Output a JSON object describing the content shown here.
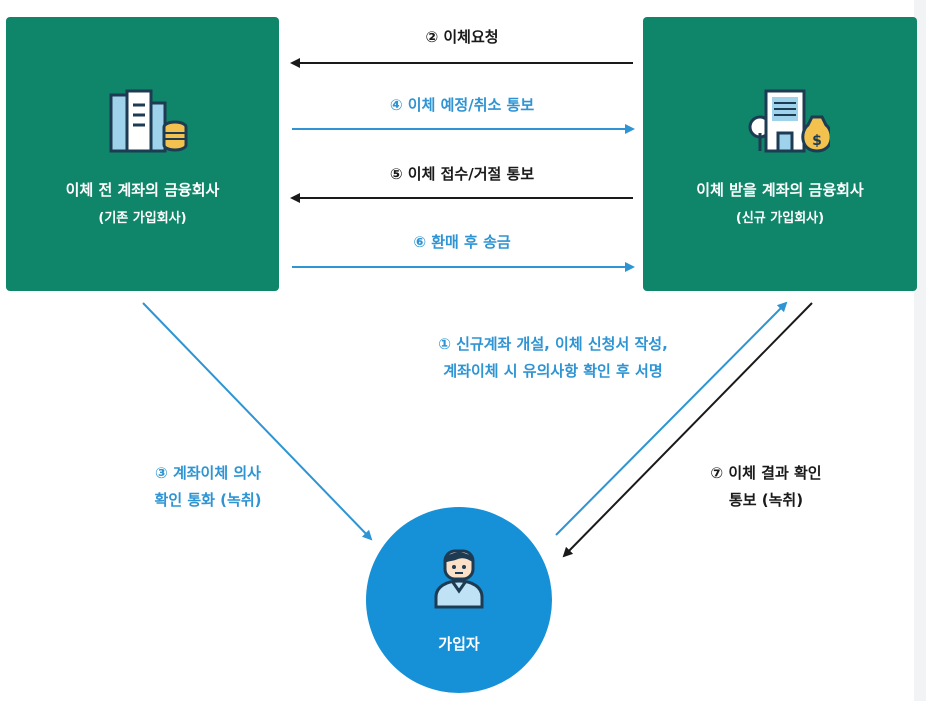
{
  "colors": {
    "box": "#0f866a",
    "circle": "#1690d6",
    "blue_arrow": "#2e94d3",
    "black_arrow": "#1a1a1a"
  },
  "left_box": {
    "name": "이체 전 계좌의 금융회사",
    "sub": "(기존 가입회사)",
    "icon": "building-coins-icon"
  },
  "right_box": {
    "name": "이체 받을 계좌의 금융회사",
    "sub": "(신규 가입회사)",
    "icon": "building-money-bag-icon"
  },
  "subscriber": {
    "name": "가입자",
    "icon": "person-icon"
  },
  "flows": {
    "step2": "② 이체요청",
    "step4": "④ 이체 예정/취소 통보",
    "step5": "⑤ 이체 접수/거절 통보",
    "step6": "⑥ 환매 후 송금",
    "step1": [
      "① 신규계좌 개설, 이체 신청서 작성,",
      "계좌이체 시 유의사항 확인 후 서명"
    ],
    "step3": [
      "③ 계좌이체 의사",
      "확인 통화 (녹취)"
    ],
    "step7": [
      "⑦ 이체 결과 확인",
      "통보 (녹취)"
    ]
  }
}
